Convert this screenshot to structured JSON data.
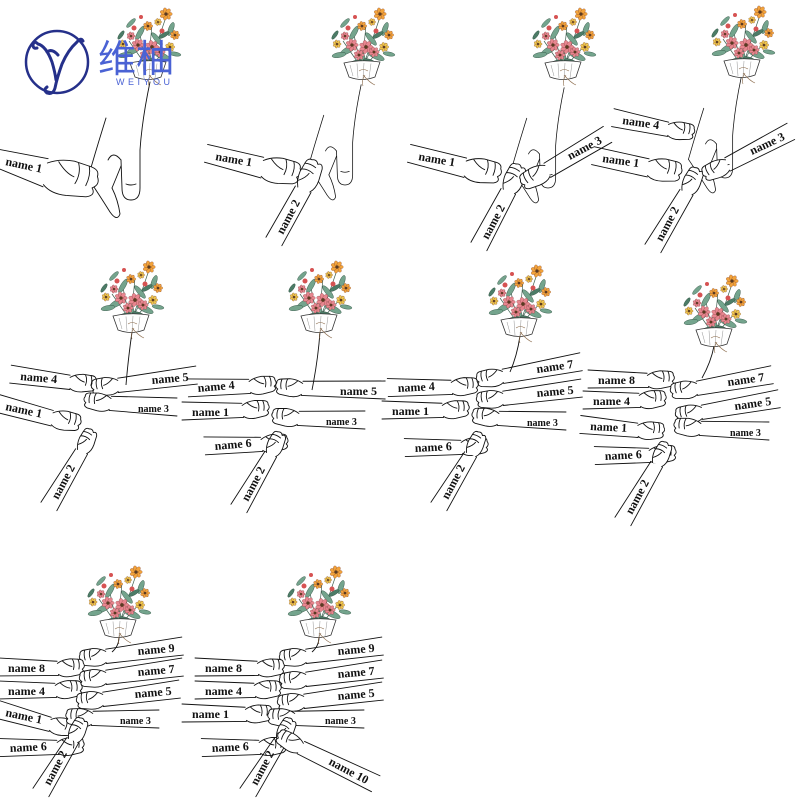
{
  "logo": {
    "chinese": "维柚",
    "latin": "WEIYOU"
  },
  "colors": {
    "ink": "#111111",
    "logo_mark": "#25308a",
    "logo_text": "#4a62d4",
    "pink": "#e8868f",
    "orange": "#f2a33a",
    "yellow": "#f0c84c",
    "red": "#d65252",
    "leaf": "#74a48d",
    "leaf_dark": "#4c7c67",
    "flower_center": "#5a3a22"
  },
  "panels": [
    {
      "labels": [
        "name 1"
      ]
    },
    {
      "labels": [
        "name 1",
        "name 2"
      ]
    },
    {
      "labels": [
        "name 1",
        "name 2",
        "name 3"
      ]
    },
    {
      "labels": [
        "name 4",
        "name 1",
        "name 2",
        "name 3"
      ]
    },
    {
      "labels": [
        "name 4",
        "name 5",
        "name 1",
        "name 3",
        "name 2"
      ]
    },
    {
      "labels": [
        "name 4",
        "name 5",
        "name 1",
        "name 3",
        "name 6",
        "name 2"
      ]
    },
    {
      "labels": [
        "name 7",
        "name 4",
        "name 5",
        "name 1",
        "name 3",
        "name 6",
        "name 2"
      ]
    },
    {
      "labels": [
        "name 8",
        "name 7",
        "name 4",
        "name 5",
        "name 1",
        "name 3",
        "name 6",
        "name 2"
      ]
    },
    {
      "labels": [
        "name 9",
        "name 8",
        "name 7",
        "name 4",
        "name 5",
        "name 1",
        "name 3",
        "name 6",
        "name 2"
      ]
    },
    {
      "labels": [
        "name 9",
        "name 8",
        "name 7",
        "name 4",
        "name 5",
        "name 1",
        "name 3",
        "name 6",
        "name 2",
        "name 10"
      ]
    }
  ]
}
